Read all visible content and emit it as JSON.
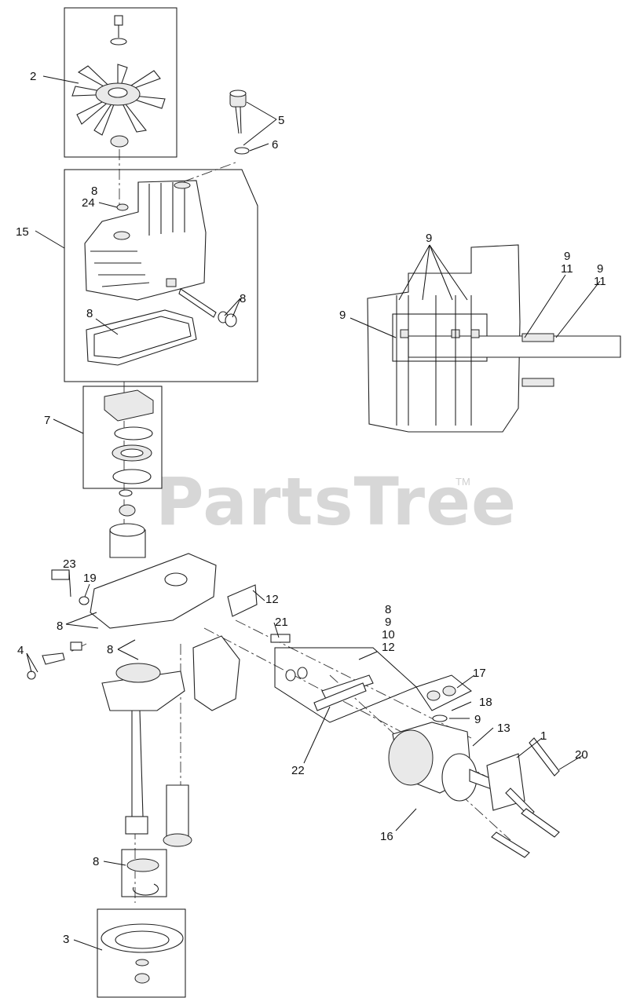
{
  "watermark": {
    "brand": "PartsTree",
    "trademark": "TM"
  },
  "callouts": [
    {
      "id": "c-2",
      "text": "2"
    },
    {
      "id": "c-5",
      "text": "5"
    },
    {
      "id": "c-6",
      "text": "6"
    },
    {
      "id": "c-8a",
      "text": "8"
    },
    {
      "id": "c-24",
      "text": "24"
    },
    {
      "id": "c-15",
      "text": "15"
    },
    {
      "id": "c-8b",
      "text": "8"
    },
    {
      "id": "c-8c",
      "text": "8"
    },
    {
      "id": "c-7",
      "text": "7"
    },
    {
      "id": "c-9a",
      "text": "9"
    },
    {
      "id": "c-9b",
      "text": "9"
    },
    {
      "id": "c-11a",
      "text": "11"
    },
    {
      "id": "c-9c",
      "text": "9"
    },
    {
      "id": "c-11b",
      "text": "11"
    },
    {
      "id": "c-9d",
      "text": "9"
    },
    {
      "id": "c-23",
      "text": "23"
    },
    {
      "id": "c-19",
      "text": "19"
    },
    {
      "id": "c-8d",
      "text": "8"
    },
    {
      "id": "c-4",
      "text": "4"
    },
    {
      "id": "c-8e",
      "text": "8"
    },
    {
      "id": "c-12a",
      "text": "12"
    },
    {
      "id": "c-21",
      "text": "21"
    },
    {
      "id": "c-8f",
      "text": "8"
    },
    {
      "id": "c-9e",
      "text": "9"
    },
    {
      "id": "c-10",
      "text": "10"
    },
    {
      "id": "c-12b",
      "text": "12"
    },
    {
      "id": "c-17",
      "text": "17"
    },
    {
      "id": "c-18",
      "text": "18"
    },
    {
      "id": "c-9f",
      "text": "9"
    },
    {
      "id": "c-13",
      "text": "13"
    },
    {
      "id": "c-1",
      "text": "1"
    },
    {
      "id": "c-20",
      "text": "20"
    },
    {
      "id": "c-22",
      "text": "22"
    },
    {
      "id": "c-16",
      "text": "16"
    },
    {
      "id": "c-8g",
      "text": "8"
    },
    {
      "id": "c-3",
      "text": "3"
    }
  ]
}
